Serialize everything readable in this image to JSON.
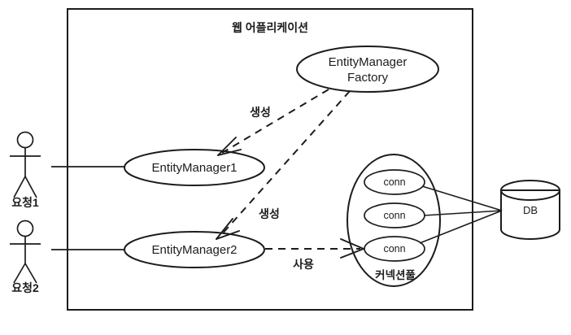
{
  "diagram": {
    "title": "웹 어플리케이션",
    "container": {
      "label": "웹 어플리케이션",
      "fill": "#f4f4f4",
      "stroke": "#1c1c1c"
    },
    "actors": [
      {
        "name": "요청1"
      },
      {
        "name": "요청2"
      }
    ],
    "nodes": {
      "factory": {
        "line1": "EntityManager",
        "line2": "Factory"
      },
      "entity_manager_1": {
        "label": "EntityManager1"
      },
      "entity_manager_2": {
        "label": "EntityManager2"
      },
      "pool": {
        "label": "커넥션풀",
        "connections": [
          {
            "label": "conn"
          },
          {
            "label": "conn"
          },
          {
            "label": "conn"
          }
        ]
      },
      "database": {
        "label": "DB"
      }
    },
    "edges": [
      {
        "id": "factory-to-em1",
        "label": "생성",
        "style": "dashed"
      },
      {
        "id": "factory-to-em2",
        "label": "생성",
        "style": "dashed"
      },
      {
        "id": "em2-to-conn",
        "label": "사용",
        "style": "dashed"
      },
      {
        "id": "conn1-to-db",
        "label": "",
        "style": "solid"
      },
      {
        "id": "conn2-to-db",
        "label": "",
        "style": "solid"
      },
      {
        "id": "conn3-to-db",
        "label": "",
        "style": "solid"
      },
      {
        "id": "actor1-to-em1",
        "label": "",
        "style": "solid"
      },
      {
        "id": "actor2-to-em2",
        "label": "",
        "style": "solid"
      }
    ],
    "colors": {
      "stroke": "#1c1c1c",
      "container_fill": "#f4f4f4",
      "node_fill": "#ffffff",
      "page_background": "#ffffff"
    }
  }
}
